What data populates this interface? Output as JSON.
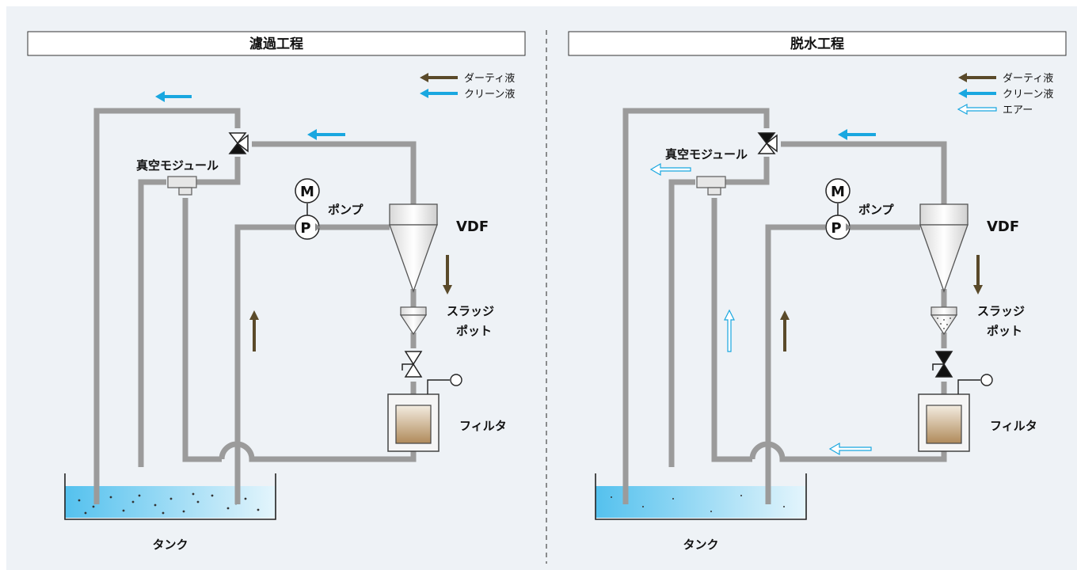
{
  "left_panel": {
    "title": "濾過工程",
    "legend": [
      "ダーティ液",
      "クリーン液"
    ],
    "labels": {
      "vacuum": "真空モジュール",
      "motor": "M",
      "pump_symbol": "P",
      "pump": "ポンプ",
      "vdf": "VDF",
      "sludge_1": "スラッジ",
      "sludge_2": "ポット",
      "filter": "フィルタ",
      "tank": "タンク"
    }
  },
  "right_panel": {
    "title": "脱水工程",
    "legend": [
      "ダーティ液",
      "クリーン液",
      "エアー"
    ],
    "labels": {
      "vacuum": "真空モジュール",
      "motor": "M",
      "pump_symbol": "P",
      "pump": "ポンプ",
      "vdf": "VDF",
      "sludge_1": "スラッジ",
      "sludge_2": "ポット",
      "filter": "フィルタ",
      "tank": "タンク"
    }
  },
  "colors": {
    "background": "#eef2f6",
    "pipe": "#9b9b9b",
    "dirty": "#5a4a2a",
    "clean": "#19a7e0",
    "air": "#19a7e0",
    "tank_water": "#8fd3f3"
  }
}
